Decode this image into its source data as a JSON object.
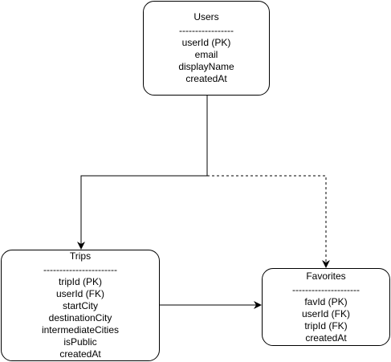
{
  "entities": {
    "users": {
      "title": "Users",
      "separator": "-----------------",
      "fields": [
        "userId (PK)",
        "email",
        "displayName",
        "createdAt"
      ]
    },
    "trips": {
      "title": "Trips",
      "separator": "-----------------------",
      "fields": [
        "tripId (PK)",
        "userId (FK)",
        "startCity",
        "destinationCity",
        "intermediateCities",
        "isPublic",
        "createdAt"
      ]
    },
    "favorites": {
      "title": "Favorites",
      "separator": "---------------------",
      "fields": [
        "favId (PK)",
        "userId (FK)",
        "tripId (FK)",
        "createdAt"
      ]
    }
  },
  "connectors": [
    {
      "from": "users",
      "to": "trips",
      "style": "solid"
    },
    {
      "from": "users",
      "to": "favorites",
      "style": "dashed"
    },
    {
      "from": "trips",
      "to": "favorites",
      "style": "solid"
    }
  ],
  "colors": {
    "stroke": "#000000",
    "background": "#ffffff"
  }
}
